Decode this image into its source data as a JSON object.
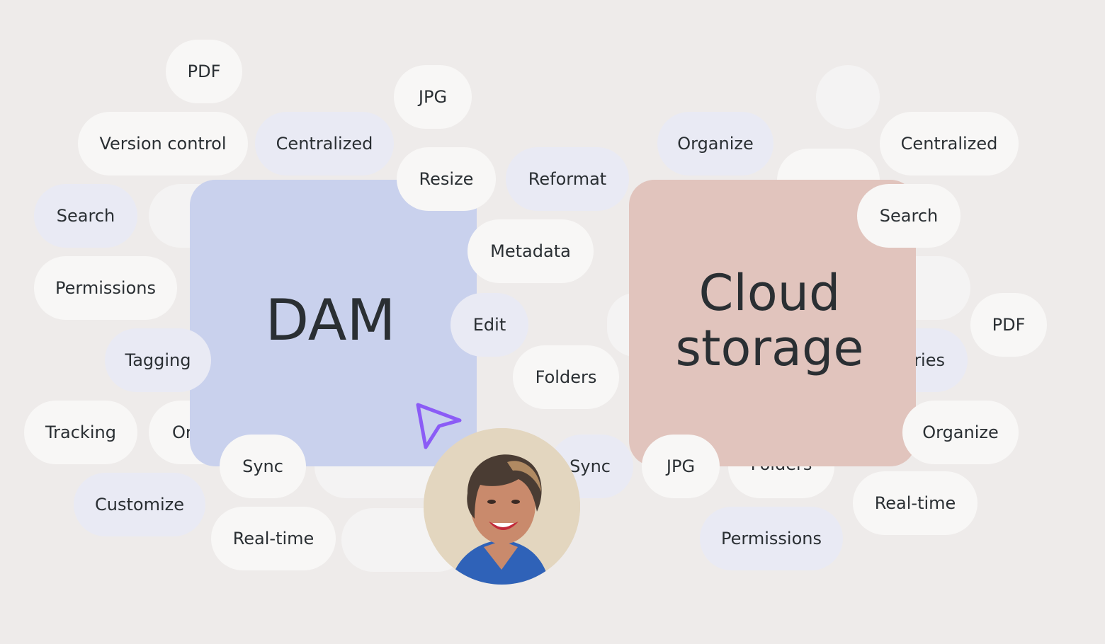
{
  "dam": {
    "title": "DAM"
  },
  "cloud": {
    "title_line1": "Cloud",
    "title_line2": "storage"
  },
  "tags_back": {
    "or": "Or",
    "ries": "ries",
    "folders_partial": "Folders"
  },
  "tags": {
    "pdf_left": "PDF",
    "jpg_top": "JPG",
    "version_control": "Version control",
    "centralized_left": "Centralized",
    "resize": "Resize",
    "reformat": "Reformat",
    "search_left": "Search",
    "metadata": "Metadata",
    "permissions_left": "Permissions",
    "edit": "Edit",
    "tagging": "Tagging",
    "folders_center": "Folders",
    "tracking": "Tracking",
    "sync_left": "Sync",
    "sync_center": "Sync",
    "customize": "Customize",
    "realtime_left": "Real-time",
    "organize_right_top": "Organize",
    "centralized_right": "Centralized",
    "search_right": "Search",
    "pdf_right": "PDF",
    "jpg_right": "JPG",
    "organize_right_bottom": "Organize",
    "realtime_right": "Real-time",
    "permissions_right": "Permissions"
  },
  "colors": {
    "background": "#eeebea",
    "dam_card": "#c9d1ed",
    "cloud_card": "#e1c4bd",
    "pill_white": "#f8f7f6",
    "pill_blue": "#e9eaf4",
    "cursor": "#8b5cf6",
    "text": "#2a2f33"
  },
  "icons": {
    "cursor": "pointer-arrow-icon",
    "avatar": "user-avatar"
  }
}
